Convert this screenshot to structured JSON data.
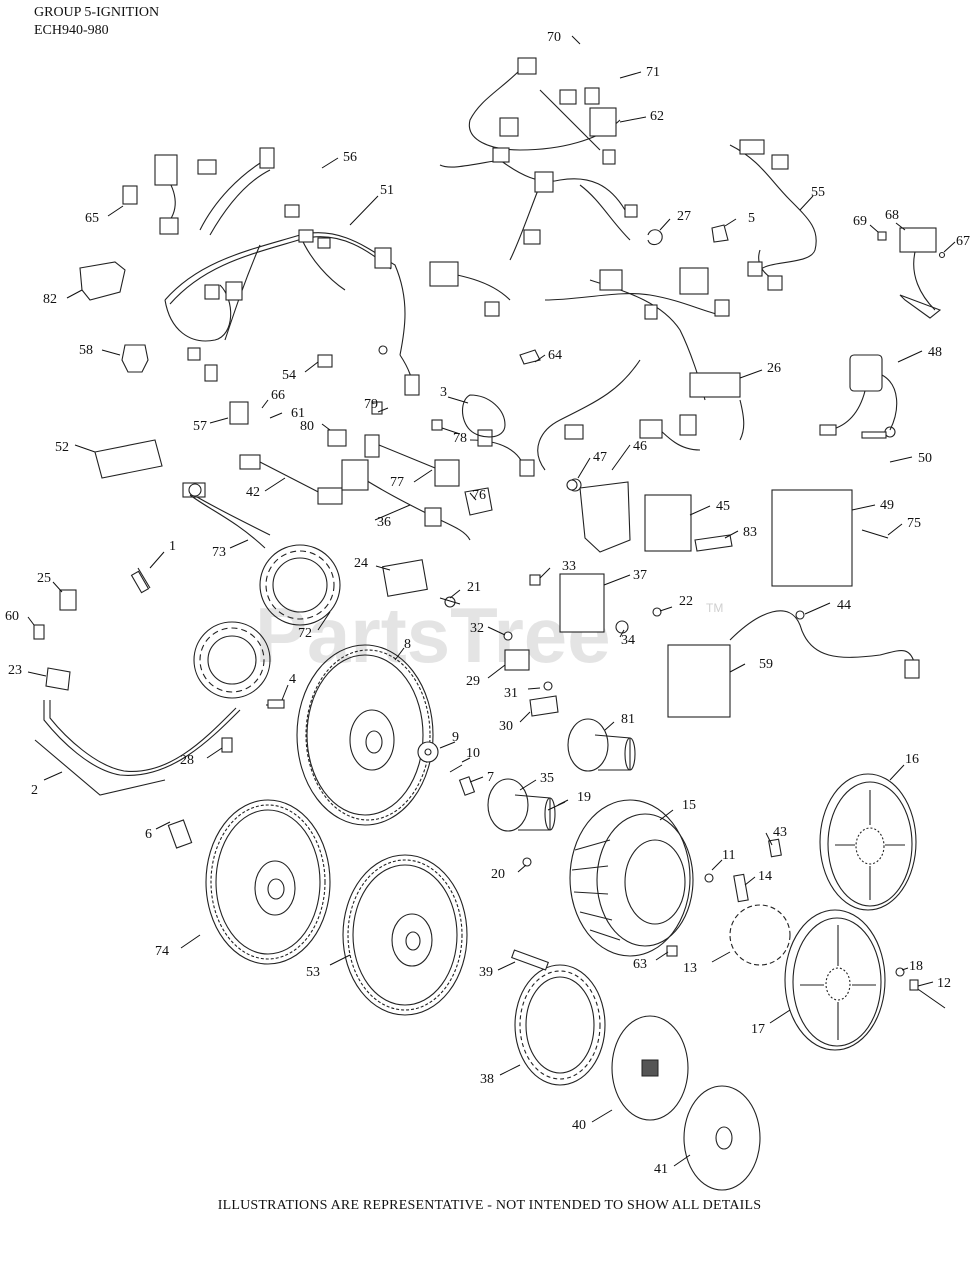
{
  "header": {
    "line1": "GROUP 5-IGNITION",
    "line2": "ECH940-980"
  },
  "footer": "ILLUSTRATIONS ARE REPRESENTATIVE - NOT INTENDED TO SHOW ALL DETAILS",
  "watermark": {
    "text": "PartsTree",
    "trademark": "TM"
  },
  "callouts": [
    "1",
    "2",
    "3",
    "4",
    "5",
    "6",
    "7",
    "8",
    "9",
    "10",
    "11",
    "12",
    "13",
    "14",
    "15",
    "16",
    "17",
    "18",
    "19",
    "20",
    "21",
    "22",
    "23",
    "24",
    "25",
    "26",
    "27",
    "28",
    "29",
    "30",
    "31",
    "32",
    "33",
    "34",
    "35",
    "36",
    "37",
    "38",
    "39",
    "40",
    "41",
    "42",
    "43",
    "44",
    "45",
    "46",
    "47",
    "48",
    "49",
    "50",
    "51",
    "52",
    "53",
    "54",
    "55",
    "56",
    "57",
    "58",
    "59",
    "60",
    "61",
    "62",
    "63",
    "64",
    "65",
    "66",
    "67",
    "68",
    "69",
    "70",
    "71",
    "72",
    "73",
    "74",
    "75",
    "76",
    "77",
    "78",
    "79",
    "80",
    "81",
    "82",
    "83"
  ]
}
